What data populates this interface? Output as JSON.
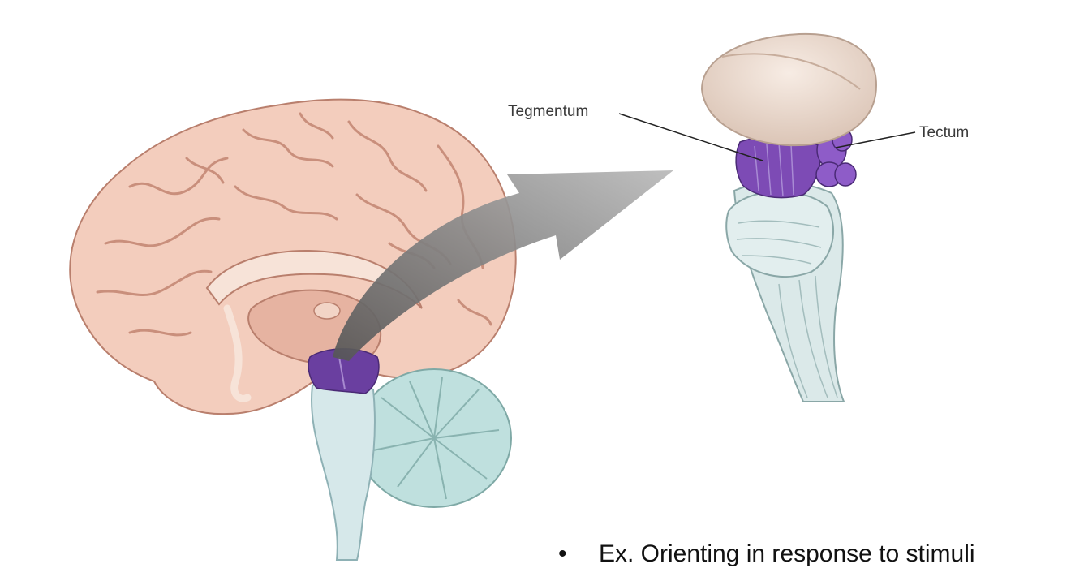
{
  "labels": {
    "tegmentum": "Tegmentum",
    "tectum": "Tectum"
  },
  "bullet": {
    "marker": "•",
    "text": "Ex. Orienting in response to stimuli"
  },
  "colors": {
    "cortex": "#f3cdbd",
    "cortex_groove": "#c98f7c",
    "midbrain": "#6a3fa0",
    "cerebellum": "#bfe0de",
    "brainstem": "#d6e8ea",
    "arrow": "#8a8a8a"
  }
}
